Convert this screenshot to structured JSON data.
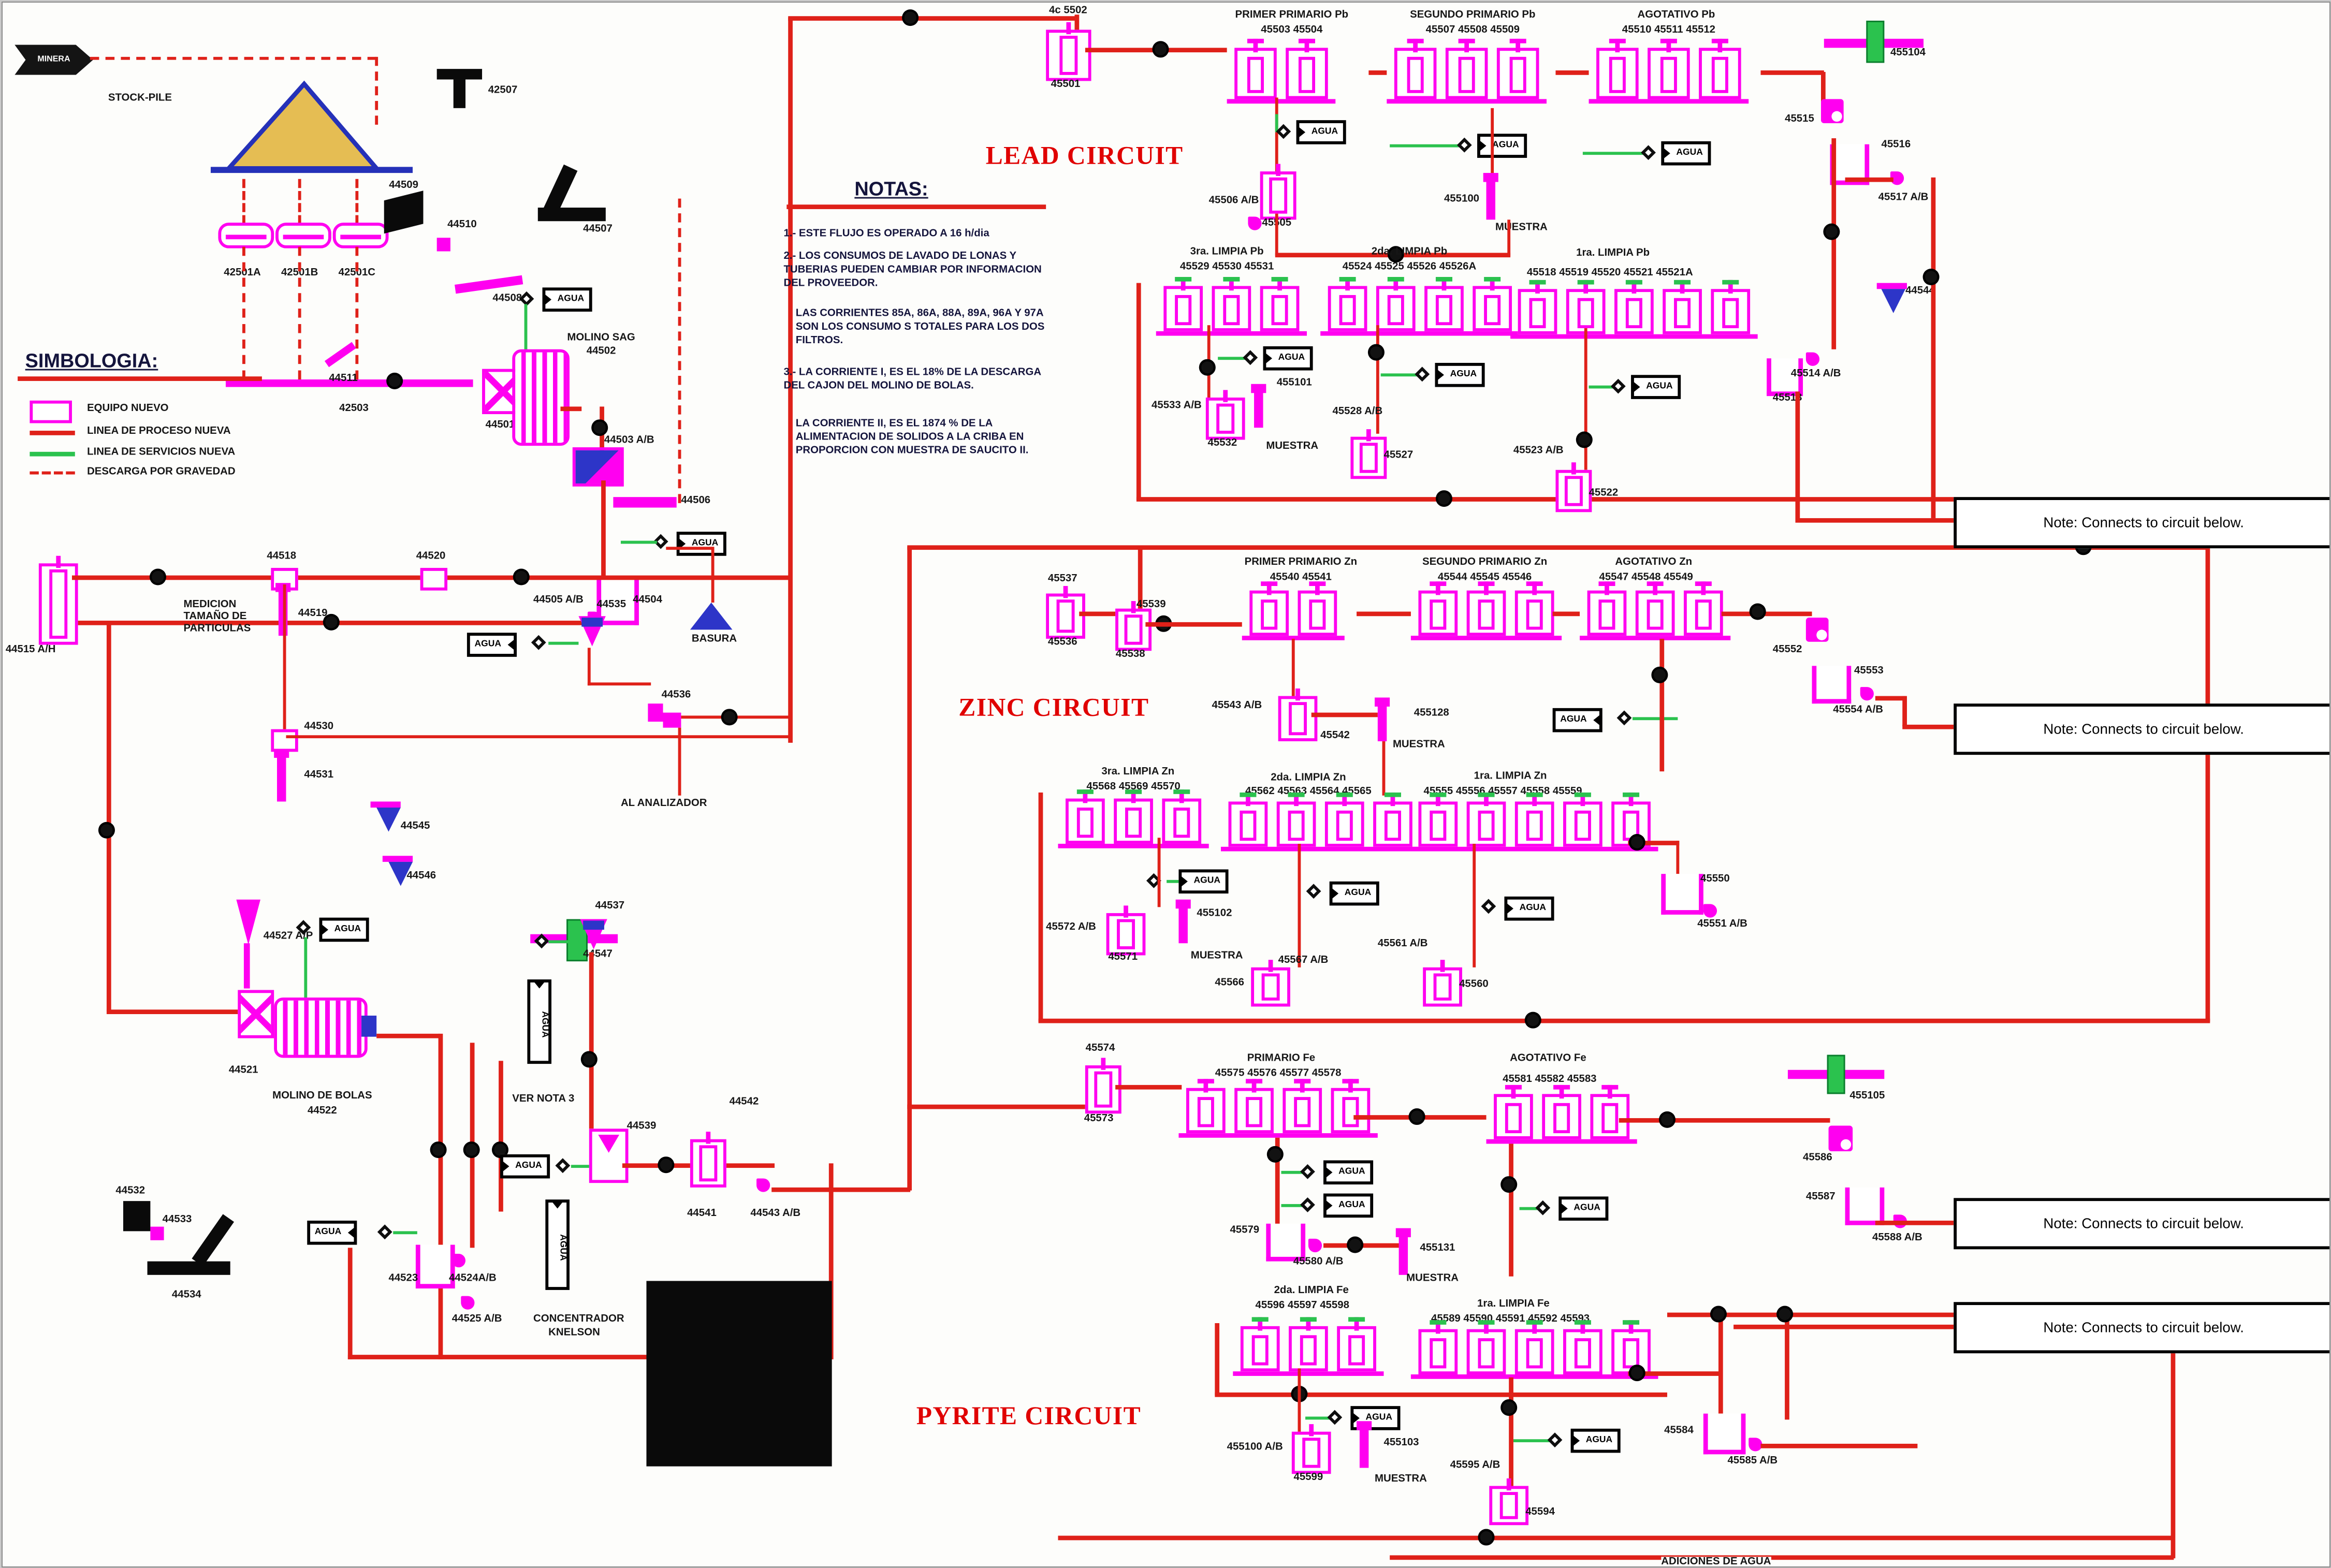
{
  "misc": {
    "agua": "AGUA",
    "muestra": "MUESTRA",
    "basura": "BASURA",
    "ver_nota3": "VER NOTA 3",
    "al_analizador": "AL ANALIZADOR",
    "adiciones_agua": "ADICIONES DE AGUA",
    "concentrador_1": "CONCENTRADOR",
    "concentrador_2": "KNELSON",
    "medicion_1": "MEDICION",
    "medicion_2": "TAMAÑO DE",
    "medicion_3": "PARTICULAS",
    "minera": "MINERA",
    "stockpile": "STOCK-PILE",
    "note_box": "Note: Connects to circuit below."
  },
  "legend": {
    "title": "SIMBOLOGIA:",
    "equipo": "EQUIPO NUEVO",
    "proceso": "LINEA DE PROCESO NUEVA",
    "servicios": "LINEA DE SERVICIOS NUEVA",
    "gravedad": "DESCARGA POR GRAVEDAD"
  },
  "notas": {
    "title": "NOTAS:",
    "n1": "1.- ESTE FLUJO ES OPERADO A 16 h/dia",
    "n2": "2.- LOS CONSUMOS DE LAVADO DE LONAS Y TUBERIAS PUEDEN CAMBIAR POR INFORMACION DEL PROVEEDOR.",
    "n2b": "LAS CORRIENTES 85A, 86A, 88A, 89A, 96A Y 97A SON LOS CONSUMO S TOTALES PARA LOS DOS FILTROS.",
    "n3": "3.- LA CORRIENTE I, ES EL 18% DE LA DESCARGA DEL CAJON DEL MOLINO DE BOLAS.",
    "n3b": "LA CORRIENTE II, ES EL 1874 % DE LA ALIMENTACION DE SOLIDOS A LA CRIBA EN PROPORCION CON MUESTRA DE SAUCITO II."
  },
  "titles": {
    "lead": "LEAD CIRCUIT",
    "zinc": "ZINC CIRCUIT",
    "pyrite": "PYRITE CIRCUIT"
  },
  "g": {
    "f42501A": "42501A",
    "f42501B": "42501B",
    "f42501C": "42501C",
    "c42503": "42503",
    "t42507": "42507",
    "t44509": "44509",
    "t44510": "44510",
    "t44508": "44508",
    "t44507": "44507",
    "t44511": "44511",
    "sag1": "MOLINO SAG",
    "sag2": "44502",
    "t44501": "44501",
    "t44503": "44503 A/B",
    "t44506": "44506",
    "t44504": "44504",
    "t44505": "44505 A/B",
    "t44544": "44544",
    "t44515": "44515 A/H",
    "t44518": "44518",
    "t44519": "44519",
    "t44520": "44520",
    "t44530": "44530",
    "t44531": "44531",
    "t44545": "44545",
    "t44535": "44535",
    "t44536": "44536",
    "t44547": "44547",
    "t44527": "44527 A/P",
    "t44546": "44546",
    "t44537": "44537",
    "t44521": "44521",
    "bolas1": "MOLINO DE BOLAS",
    "bolas2": "44522",
    "t44532": "44532",
    "t44533": "44533",
    "t44534": "44534",
    "t44539": "44539",
    "t44523": "44523",
    "t44524": "44524A/B",
    "t44525": "44525 A/B",
    "t44541": "44541",
    "t44542": "44542",
    "t44543": "44543 A/B"
  },
  "lead": {
    "feed_line": "4c 5502",
    "t45501": "45501",
    "banks": [
      {
        "title": "PRIMER PRIMARIO Pb",
        "cells": [
          "45503",
          "45504"
        ]
      },
      {
        "title": "SEGUNDO PRIMARIO Pb",
        "cells": [
          "45507",
          "45508",
          "45509"
        ]
      },
      {
        "title": "AGOTATIVO Pb",
        "cells": [
          "45510",
          "45511",
          "45512"
        ]
      }
    ],
    "limpia": [
      {
        "title": "3ra. LIMPIA Pb",
        "cells": [
          "45529",
          "45530",
          "45531"
        ]
      },
      {
        "title": "2da. LIMPIA Pb",
        "cells": [
          "45524",
          "45525",
          "45526",
          "45526A"
        ]
      },
      {
        "title": "1ra. LIMPIA Pb",
        "cells": [
          "45518",
          "45519",
          "45520",
          "45521",
          "45521A"
        ]
      }
    ],
    "t455104": "455104",
    "t45515": "45515",
    "t45516": "45516",
    "t45517": "45517 A/B",
    "t45506": "45506 A/B",
    "t45505": "45505",
    "t455100": "455100",
    "t45533": "45533 A/B",
    "t45532": "45532",
    "t455101": "455101",
    "t45528": "45528 A/B",
    "t45527": "45527",
    "t45523": "45523 A/B",
    "t45522": "45522",
    "t45514": "45514 A/B",
    "t45513": "45513"
  },
  "zinc": {
    "t45537": "45537",
    "t45536": "45536",
    "t45539": "45539",
    "t45538": "45538",
    "banks": [
      {
        "title": "PRIMER PRIMARIO Zn",
        "cells": [
          "45540",
          "45541"
        ]
      },
      {
        "title": "SEGUNDO PRIMARIO Zn",
        "cells": [
          "45544",
          "45545",
          "45546"
        ]
      },
      {
        "title": "AGOTATIVO Zn",
        "cells": [
          "45547",
          "45548",
          "45549"
        ]
      }
    ],
    "limpia": [
      {
        "title": "3ra. LIMPIA Zn",
        "cells": [
          "45568",
          "45569",
          "45570"
        ]
      },
      {
        "title": "2da. LIMPIA Zn",
        "cells": [
          "45562",
          "45563",
          "45564",
          "45565"
        ]
      },
      {
        "title": "1ra. LIMPIA Zn",
        "cells": [
          "45555",
          "45556",
          "45557",
          "45558",
          "45559"
        ]
      }
    ],
    "t45552": "45552",
    "t45553": "45553",
    "t45554": "45554 A/B",
    "t45543": "45543 A/B",
    "t45542": "45542",
    "t455128": "455128",
    "t45572": "45572 A/B",
    "t45571": "45571",
    "t455102": "455102",
    "t45567": "45567 A/B",
    "t45566": "45566",
    "t45561": "45561 A/B",
    "t45560": "45560",
    "t45550": "45550",
    "t45551": "45551 A/B"
  },
  "pyrite": {
    "t45574": "45574",
    "t45573": "45573",
    "banks": [
      {
        "title": "PRIMARIO Fe",
        "cells": [
          "45575",
          "45576",
          "45577",
          "45578"
        ]
      },
      {
        "title": "AGOTATIVO Fe",
        "cells": [
          "45581",
          "45582",
          "45583"
        ]
      }
    ],
    "limpia": [
      {
        "title": "2da. LIMPIA Fe",
        "cells": [
          "45596",
          "45597",
          "45598"
        ]
      },
      {
        "title": "1ra. LIMPIA Fe",
        "cells": [
          "45589",
          "45590",
          "45591",
          "45592",
          "45593"
        ]
      }
    ],
    "t455105": "455105",
    "t45586": "45586",
    "t45587": "45587",
    "t45588": "45588 A/B",
    "t45579": "45579",
    "t45580": "45580 A/B",
    "t455131": "455131",
    "t455100": "455100 A/B",
    "t45599": "45599",
    "t455103": "455103",
    "t45595": "45595 A/B",
    "t45594": "45594",
    "t45584": "45584",
    "t45585": "45585 A/B"
  }
}
